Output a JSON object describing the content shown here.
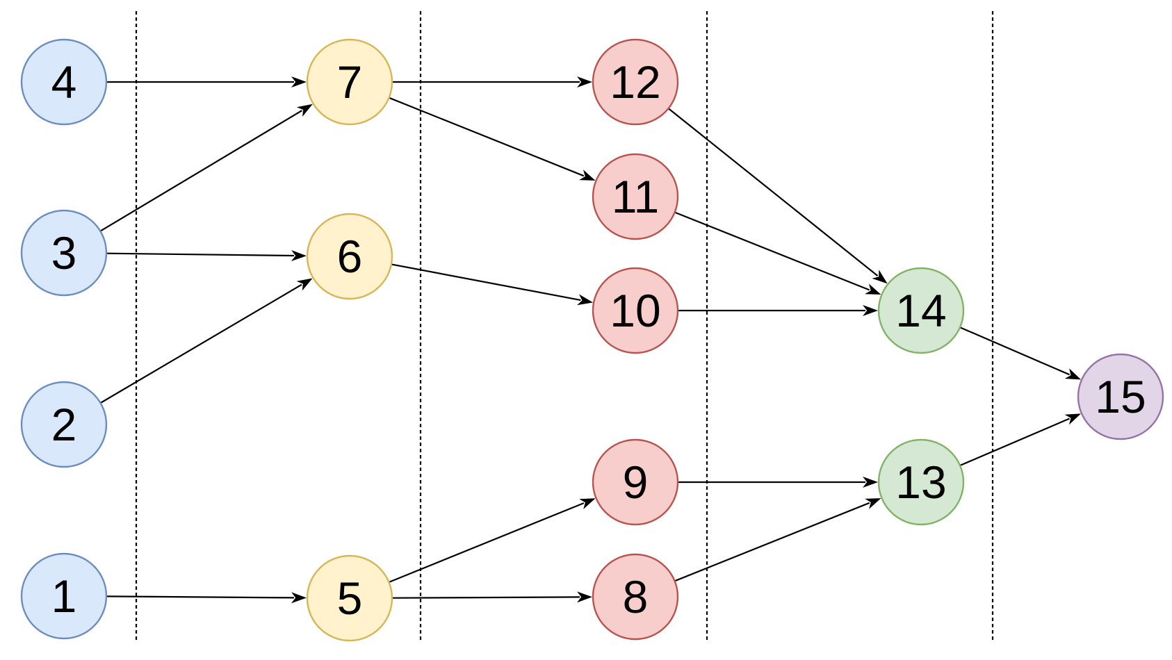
{
  "palette": {
    "blue": {
      "fill": "#dae8fc",
      "stroke": "#6c8ebf"
    },
    "yellow": {
      "fill": "#fff2cc",
      "stroke": "#d6b656"
    },
    "red": {
      "fill": "#f8cecc",
      "stroke": "#b85450"
    },
    "green": {
      "fill": "#d5e8d4",
      "stroke": "#82b366"
    },
    "purple": {
      "fill": "#e1d5e7",
      "stroke": "#9673a6"
    }
  },
  "nodes": [
    {
      "id": "4",
      "label": "4",
      "color": "blue"
    },
    {
      "id": "3",
      "label": "3",
      "color": "blue"
    },
    {
      "id": "2",
      "label": "2",
      "color": "blue"
    },
    {
      "id": "1",
      "label": "1",
      "color": "blue"
    },
    {
      "id": "7",
      "label": "7",
      "color": "yellow"
    },
    {
      "id": "6",
      "label": "6",
      "color": "yellow"
    },
    {
      "id": "5",
      "label": "5",
      "color": "yellow"
    },
    {
      "id": "12",
      "label": "12",
      "color": "red"
    },
    {
      "id": "11",
      "label": "11",
      "color": "red"
    },
    {
      "id": "10",
      "label": "10",
      "color": "red"
    },
    {
      "id": "9",
      "label": "9",
      "color": "red"
    },
    {
      "id": "8",
      "label": "8",
      "color": "red"
    },
    {
      "id": "14",
      "label": "14",
      "color": "green"
    },
    {
      "id": "13",
      "label": "13",
      "color": "green"
    },
    {
      "id": "15",
      "label": "15",
      "color": "purple"
    }
  ],
  "edges": [
    {
      "from": "4",
      "to": "7"
    },
    {
      "from": "3",
      "to": "7"
    },
    {
      "from": "3",
      "to": "6"
    },
    {
      "from": "2",
      "to": "6"
    },
    {
      "from": "1",
      "to": "5"
    },
    {
      "from": "7",
      "to": "12"
    },
    {
      "from": "7",
      "to": "11"
    },
    {
      "from": "6",
      "to": "10"
    },
    {
      "from": "5",
      "to": "9"
    },
    {
      "from": "5",
      "to": "8"
    },
    {
      "from": "12",
      "to": "14"
    },
    {
      "from": "11",
      "to": "14"
    },
    {
      "from": "10",
      "to": "14"
    },
    {
      "from": "9",
      "to": "13"
    },
    {
      "from": "8",
      "to": "13"
    },
    {
      "from": "14",
      "to": "15"
    },
    {
      "from": "13",
      "to": "15"
    }
  ]
}
